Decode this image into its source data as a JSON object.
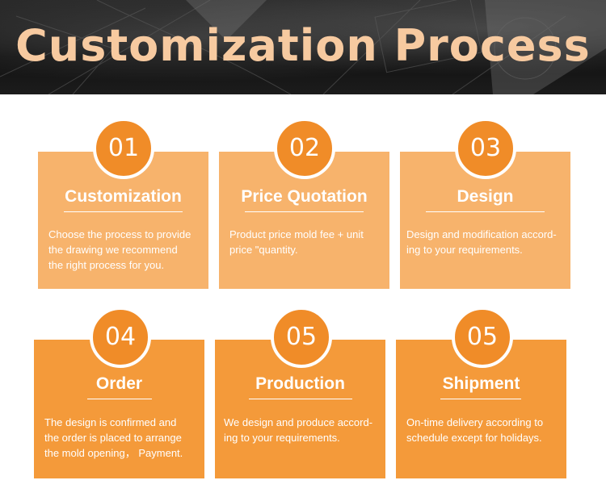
{
  "banner": {
    "title": "Customization  Process"
  },
  "steps": [
    {
      "number": "01",
      "title": "Customization",
      "desc_lines": [
        "Choose the process to provide",
        "the drawing we recommend",
        "the right process for you."
      ]
    },
    {
      "number": "02",
      "title": "Price Quotation",
      "desc_lines": [
        "Product price mold fee + unit",
        "price \"quantity."
      ]
    },
    {
      "number": "03",
      "title": "Design",
      "desc_lines": [
        "Design and modification accord-",
        "ing to your requirements."
      ]
    },
    {
      "number": "04",
      "title": "Order",
      "desc_lines": [
        "The design is confirmed and",
        "the order is placed to arrange",
        "the mold opening， Payment."
      ]
    },
    {
      "number": "05",
      "title": "Production",
      "desc_lines": [
        "We design and produce accord-",
        "ing to your requirements."
      ]
    },
    {
      "number": "05",
      "title": "Shipment",
      "desc_lines": [
        "On-time delivery according to",
        "schedule except for holidays."
      ]
    }
  ],
  "colors": {
    "title": "#f7caa0",
    "card_light": "#f7b36c",
    "card_dark": "#f49a3a",
    "circle": "#f08c28"
  }
}
